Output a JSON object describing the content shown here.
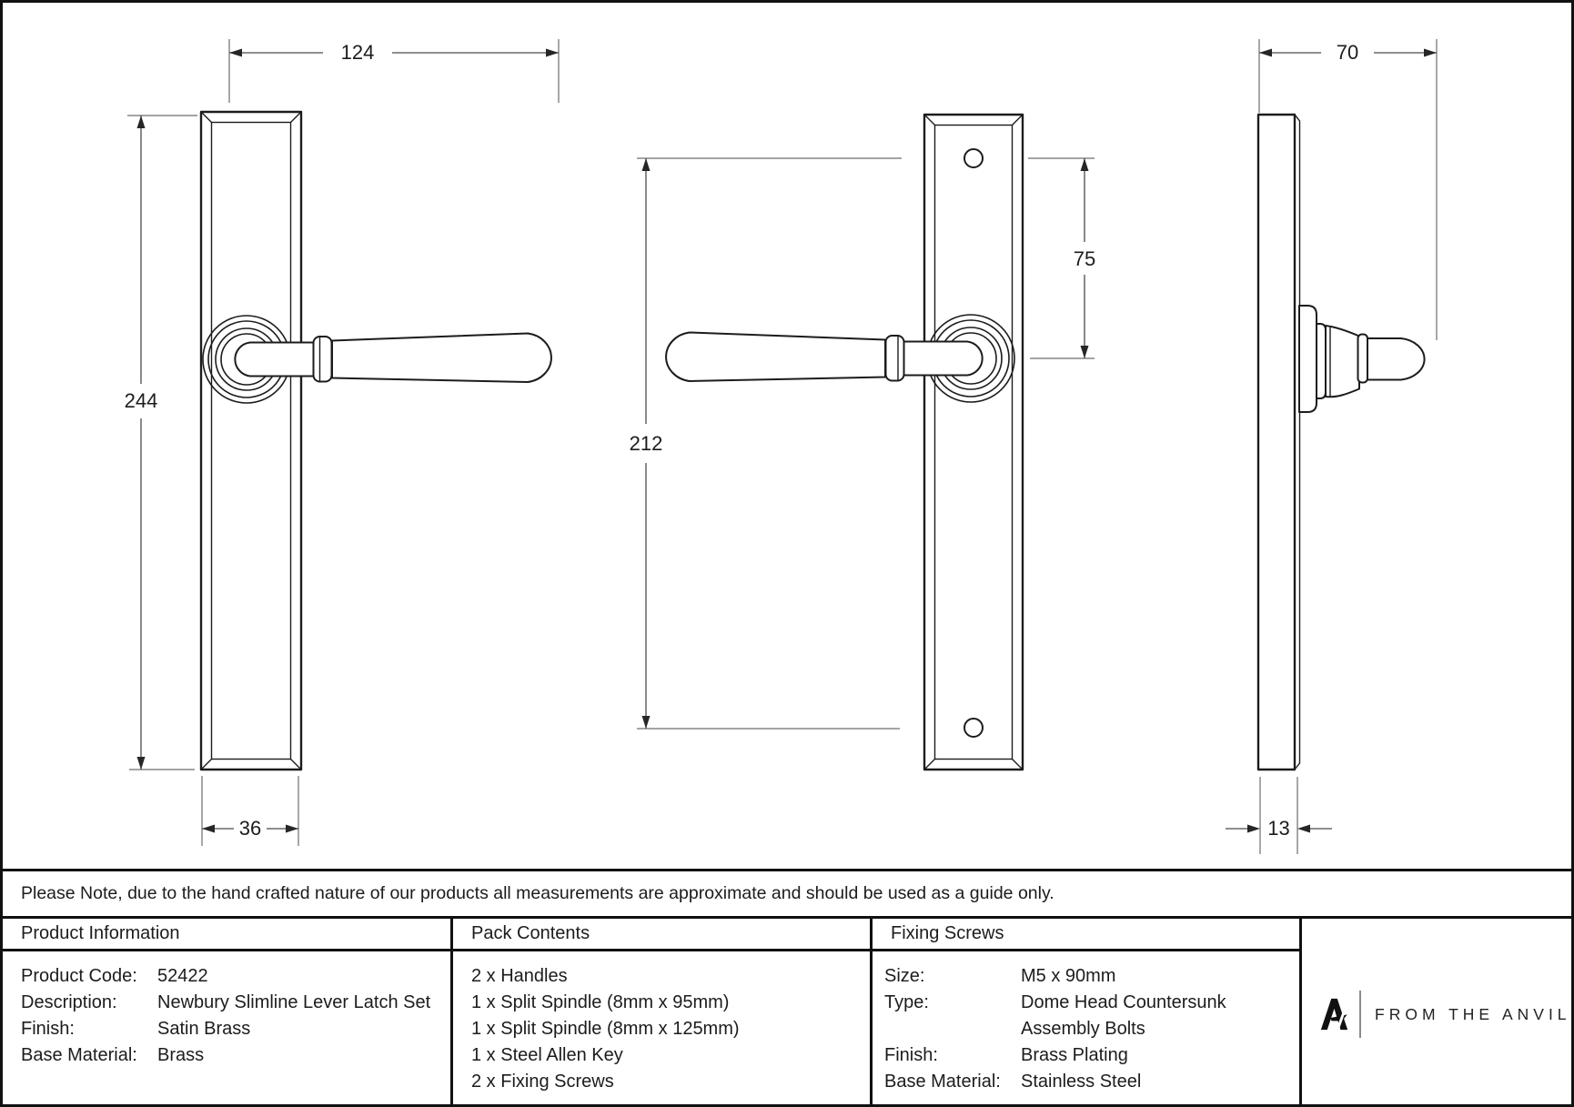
{
  "sheet": {
    "note": "Please Note, due to the hand crafted nature of our products all measurements are approximate and should be used as a guide only."
  },
  "drawing": {
    "description": "Three orthographic line drawings of a slimline lever latch handle: front view with lever right, back view with lever left and fixing holes, and side profile view",
    "dimensions": {
      "front_view": {
        "lever_length": "124",
        "plate_height": "244",
        "plate_width": "36"
      },
      "back_view": {
        "fixing_centres": "212",
        "top_hole_to_spindle": "75"
      },
      "side_view": {
        "projection": "70",
        "plate_thickness": "13"
      }
    }
  },
  "table": {
    "columns": [
      {
        "header": "Product Information",
        "rows": [
          {
            "label": "Product Code:",
            "value": "52422"
          },
          {
            "label": "Description:",
            "value": "Newbury Slimline Lever Latch Set"
          },
          {
            "label": "Finish:",
            "value": "Satin Brass"
          },
          {
            "label": "Base Material:",
            "value": "Brass"
          }
        ]
      },
      {
        "header": "Pack Contents",
        "items": [
          "2 x Handles",
          "1 x Split Spindle (8mm x 95mm)",
          "1 x Split Spindle (8mm x 125mm)",
          "1 x Steel Allen Key",
          "2 x Fixing Screws"
        ]
      },
      {
        "header": "Fixing Screws",
        "rows": [
          {
            "label": "Size:",
            "value": "M5 x 90mm"
          },
          {
            "label": "Type:",
            "value": "Dome Head Countersunk"
          },
          {
            "label": "",
            "value": "Assembly Bolts"
          },
          {
            "label": "Finish:",
            "value": "Brass Plating"
          },
          {
            "label": "Base Material:",
            "value": "Stainless Steel"
          }
        ]
      }
    ],
    "logo": {
      "icon": "anvil-mark",
      "text": "FROM THE ANVIL"
    }
  }
}
